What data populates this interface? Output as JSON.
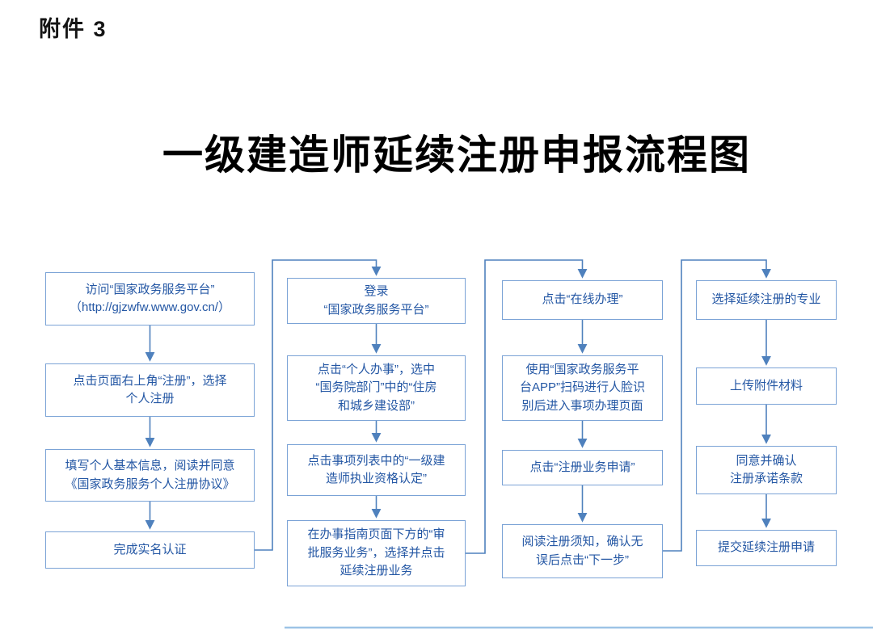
{
  "page": {
    "attachment_label": "附件 3",
    "title": "一级建造师延续注册申报流程图"
  },
  "colors": {
    "box_border": "#7ba3d6",
    "box_text": "#2457a4",
    "arrow": "#4f81bd",
    "faint_line": "#9dc3e6"
  },
  "flowchart": {
    "columns": [
      {
        "steps": [
          "访问“国家政务服务平台”\n（http://gjzwfw.www.gov.cn/）",
          "点击页面右上角“注册”，选择\n个人注册",
          "填写个人基本信息，阅读并同意\n《国家政务服务个人注册协议》",
          "完成实名认证"
        ]
      },
      {
        "steps": [
          "登录\n“国家政务服务平台”",
          "点击“个人办事”，选中\n“国务院部门”中的“住房\n和城乡建设部”",
          "点击事项列表中的“一级建\n造师执业资格认定”",
          "在办事指南页面下方的“审\n批服务业务”，选择并点击\n延续注册业务"
        ]
      },
      {
        "steps": [
          "点击“在线办理”",
          "使用“国家政务服务平\n台APP”扫码进行人脸识\n别后进入事项办理页面",
          "点击“注册业务申请”",
          "阅读注册须知，确认无\n误后点击“下一步”"
        ]
      },
      {
        "steps": [
          "选择延续注册的专业",
          "上传附件材料",
          "同意并确认\n注册承诺条款",
          "提交延续注册申请"
        ]
      }
    ]
  }
}
